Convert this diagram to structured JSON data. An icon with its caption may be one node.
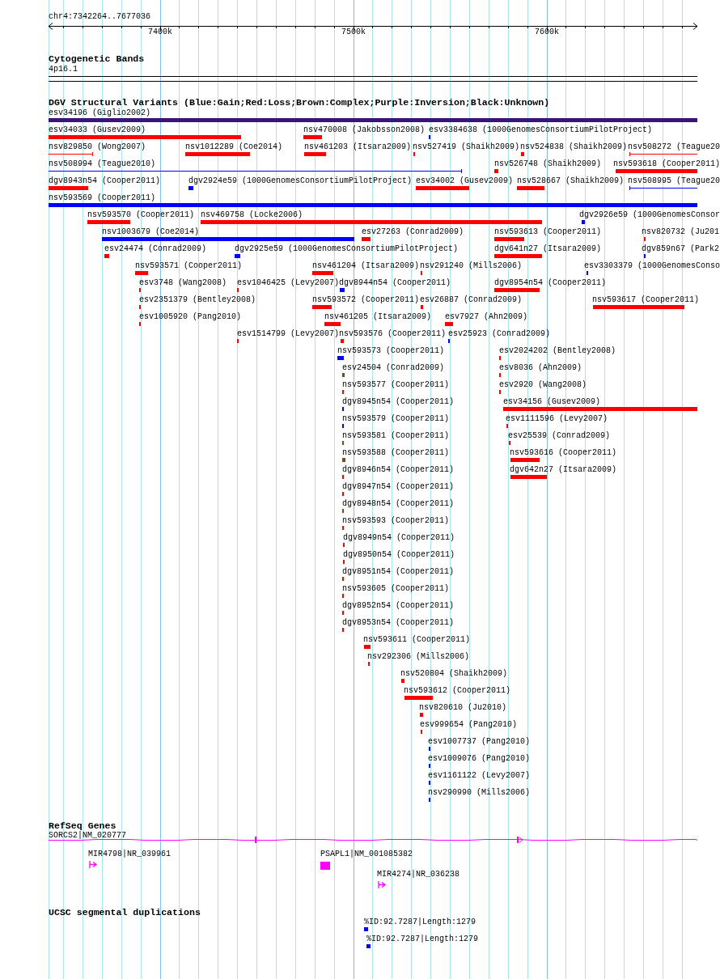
{
  "diagram": {
    "nodes": [
      {
        "text": [
          "esv34196 (Giglio2002)"
        ]
      },
      {
        "text": [
          "esv34033 (Gusev2009)"
        ]
      },
      {
        "text": [
          "nsv470008 (Jakobsson2008)"
        ]
      },
      {
        "text": [
          "esv3384638 (1000GenomesConsortiumPilotProject)"
        ]
      },
      {
        "text": [
          "nsv829850 (Wong2007)"
        ]
      },
      {
        "text": [
          "nsv1012289 (Coe2014)"
        ]
      },
      {
        "text": [
          "nsv461203 (Itsara2009)"
        ]
      },
      {
        "text": [
          "nsv527419 (Shaikh2009)"
        ]
      },
      {
        "text": [
          "nsv524838 (Shaikh2009)"
        ]
      },
      {
        "text": [
          "nsv508272 (Teague20"
        ]
      },
      {
        "text": [
          "nsv508994 (Teague2010)"
        ]
      },
      {
        "text": [
          "nsv526748 (Shaikh2009)"
        ]
      },
      {
        "text": [
          "nsv593618 (Cooper2011)"
        ]
      },
      {
        "text": [
          "dgv8943n54 (Cooper2011)"
        ]
      },
      {
        "text": [
          "dgv2924e59 (1000GenomesConsortiumPilotProject)"
        ]
      },
      {
        "text": [
          "esv34002 (Gusev2009)"
        ]
      },
      {
        "text": [
          "nsv528667 (Shaikh2009)"
        ]
      },
      {
        "text": [
          "nsv508995 (Teague20"
        ]
      },
      {
        "text": [
          "nsv593569 (Cooper2011)"
        ]
      },
      {
        "text": [
          "nsv593570 (Cooper2011)"
        ]
      },
      {
        "text": [
          "nsv469758 (Locke2006)"
        ]
      },
      {
        "text": [
          "dgv2926e59 (1000GenomesConsor"
        ]
      },
      {
        "text": [
          "nsv1003679 (Coe2014)"
        ]
      },
      {
        "text": [
          "esv27263 (Conrad2009)"
        ]
      },
      {
        "text": [
          "nsv593613 (Cooper2011)"
        ]
      },
      {
        "text": [
          "nsv820732 (Ju201"
        ]
      },
      {
        "text": [
          "esv24474 (Conrad2009)"
        ]
      },
      {
        "text": [
          "dgv2925e59 (1000GenomesConsortiumPilotProject)"
        ]
      },
      {
        "text": [
          "dgv641n27 (Itsara2009)"
        ]
      },
      {
        "text": [
          "dgv859n67 (Park2"
        ]
      },
      {
        "text": [
          "nsv593571 (Cooper2011)"
        ]
      },
      {
        "text": [
          "nsv461204 (Itsara2009)"
        ]
      },
      {
        "text": [
          "nsv291240 (Mills2006)"
        ]
      },
      {
        "text": [
          "esv3303379 (1000GenomesConso"
        ]
      },
      {
        "text": [
          "esv3748 (Wang2008)"
        ]
      },
      {
        "text": [
          "esv1046425 (Levy2007)"
        ]
      },
      {
        "text": [
          "dgv8944n54 (Cooper2011)"
        ]
      },
      {
        "text": [
          "dgv8954n54 (Cooper2011)"
        ]
      },
      {
        "text": [
          "esv2351379 (Bentley2008)"
        ]
      },
      {
        "text": [
          "nsv593572 (Cooper2011)"
        ]
      },
      {
        "text": [
          "esv26887 (Conrad2009)"
        ]
      },
      {
        "text": [
          "nsv593617 (Cooper2011)"
        ]
      },
      {
        "text": [
          "esv1005920 (Pang2010)"
        ]
      },
      {
        "text": [
          "nsv461205 (Itsara2009)"
        ]
      },
      {
        "text": [
          "esv7927 (Ahn2009)"
        ]
      },
      {
        "text": [
          "esv1514799 (Levy2007)"
        ]
      },
      {
        "text": [
          "nsv593576 (Cooper2011)"
        ]
      },
      {
        "text": [
          "esv25923 (Conrad2009)"
        ]
      },
      {
        "text": [
          "nsv593573 (Cooper2011)"
        ]
      },
      {
        "text": [
          "esv2024202 (Bentley2008)"
        ]
      },
      {
        "text": [
          "esv24504 (Conrad2009)"
        ]
      },
      {
        "text": [
          "esv8036 (Ahn2009)"
        ]
      },
      {
        "text": [
          "nsv593577 (Cooper2011)"
        ]
      },
      {
        "text": [
          "esv2920 (Wang2008)"
        ]
      },
      {
        "text": [
          "dgv8945n54 (Cooper2011)"
        ]
      },
      {
        "text": [
          "esv34156 (Gusev2009)"
        ]
      },
      {
        "text": [
          "nsv593579 (Cooper2011)"
        ]
      },
      {
        "text": [
          "esv1111596 (Levy2007)"
        ]
      },
      {
        "text": [
          "nsv593581 (Cooper2011)"
        ]
      },
      {
        "text": [
          "esv25539 (Conrad2009)"
        ]
      },
      {
        "text": [
          "nsv593588 (Cooper2011)"
        ]
      },
      {
        "text": [
          "nsv593616 (Cooper2011)"
        ]
      },
      {
        "text": [
          "dgv8946n54 (Cooper2011)"
        ]
      },
      {
        "text": [
          "dgv642n27 (Itsara2009)"
        ]
      },
      {
        "text": [
          "dgv8947n54 (Cooper2011)"
        ]
      },
      {
        "text": [
          "dgv8948n54 (Cooper2011)"
        ]
      },
      {
        "text": [
          "nsv593593 (Cooper2011)"
        ]
      },
      {
        "text": [
          "dgv8949n54 (Cooper2011)"
        ]
      },
      {
        "text": [
          "dgv8950n54 (Cooper2011)"
        ]
      },
      {
        "text": [
          "dgv8951n54 (Cooper2011)"
        ]
      },
      {
        "text": [
          "nsv593605 (Cooper2011)"
        ]
      },
      {
        "text": [
          "dgv8952n54 (Cooper2011)"
        ]
      },
      {
        "text": [
          "dgv8953n54 (Cooper2011)"
        ]
      },
      {
        "text": [
          "nsv593611 (Cooper2011)"
        ]
      },
      {
        "text": [
          "nsv292306 (Mills2006)"
        ]
      },
      {
        "text": [
          "nsv520804 (Shaikh2009)"
        ]
      },
      {
        "text": [
          "nsv593612 (Cooper2011)"
        ]
      },
      {
        "text": [
          "nsv820610 (Ju2010)"
        ]
      },
      {
        "text": [
          "esv999654 (Pang2010)"
        ]
      },
      {
        "text": [
          "esv1007737 (Pang2010)"
        ]
      },
      {
        "text": [
          "esv1009076 (Pang2010)"
        ]
      },
      {
        "text": [
          "esv1161122 (Levy2007)"
        ]
      },
      {
        "text": [
          "nsv290990 (Mills2006)"
        ]
      },
      {
        "text": [
          "SORCS2|NM_020777"
        ]
      },
      {
        "text": [
          "MIR4798|NR_039961"
        ]
      },
      {
        "text": [
          "PSAPL1|NM_001085382"
        ]
      },
      {
        "text": [
          "MIR4274|NR_036238"
        ]
      },
      {
        "text": [
          "%ID:92.7287|Length:1279"
        ]
      },
      {
        "text": [
          "%ID:92.7287|Length:1279"
        ]
      }
    ],
    "labels": [
      "chr4:7342264..7677036",
      "7400k",
      "7500k",
      "7600k",
      "Cytogenetic Bands",
      "4p16.1",
      "DGV Structural Variants (Blue:Gain;Red:Loss;Brown:Complex;Purple:Inversion;Black:Unknown)",
      "RefSeq Genes",
      "UCSC segmental duplications"
    ]
  }
}
